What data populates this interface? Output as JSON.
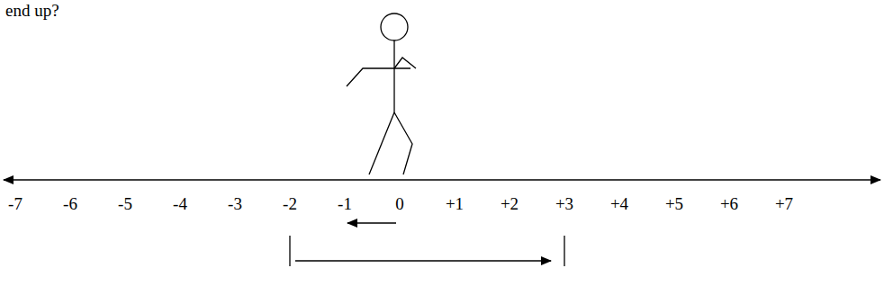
{
  "diagram": {
    "labels": [
      "end up?",
      "-7",
      "-6",
      "-5",
      "-4",
      "-3",
      "-2",
      "-1",
      "0",
      "+1",
      "+2",
      "+3",
      "+4",
      "+5",
      "+6",
      "+7"
    ]
  }
}
